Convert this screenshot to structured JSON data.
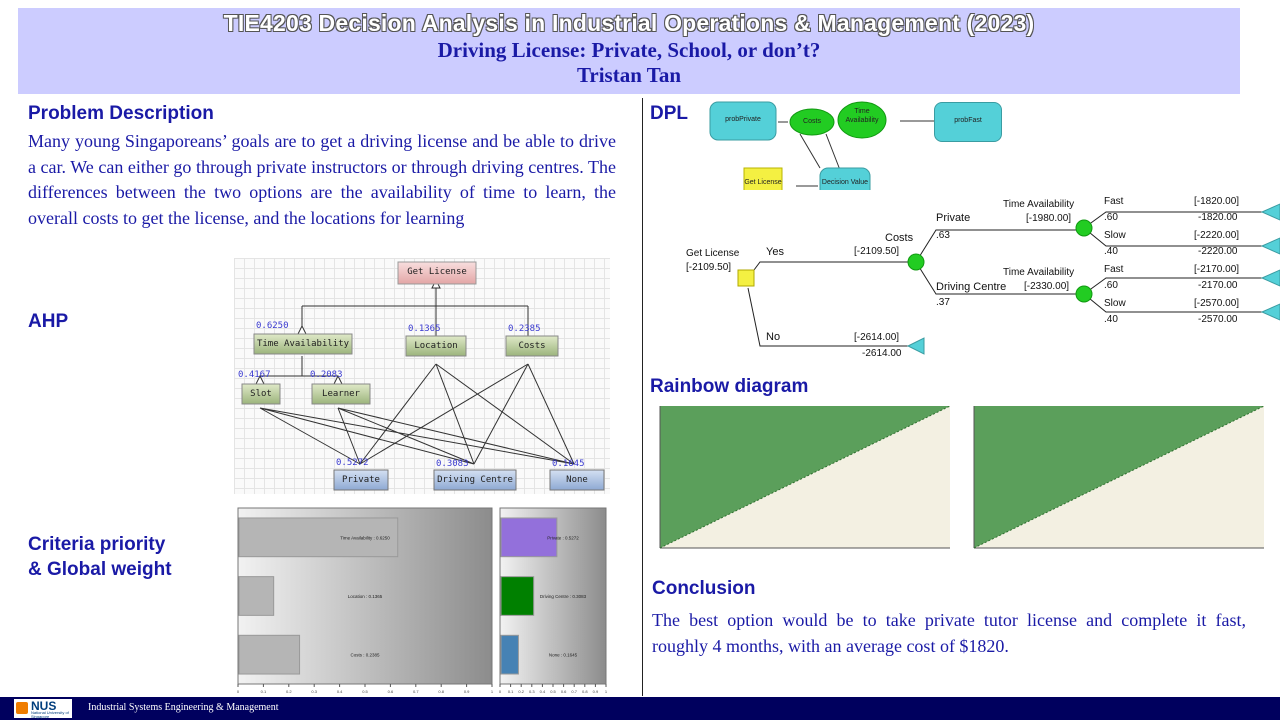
{
  "header": {
    "course": "TIE4203 Decision Analysis in Industrial Operations & Management (2023)",
    "title": "Driving License: Private, School, or don’t?",
    "author": "Tristan Tan"
  },
  "sections": {
    "problem": "Problem Description",
    "ahp": "AHP",
    "criteria_line1": "Criteria priority",
    "criteria_line2": "& Global weight",
    "dpl": "DPL",
    "rainbow": "Rainbow diagram",
    "conclusion": "Conclusion"
  },
  "problem_text": "Many young Singaporeans’ goals are to get a driving license and be able to drive a car. We can either go through private instructors or through driving centres. The differences between the two options are the availability of time to learn, the overall costs to get the license, and the locations for learning",
  "conclusion_text": "The best option would be to take private tutor license and complete it fast, roughly 4 months, with an average cost of $1820.",
  "footer": {
    "nus": "NUS",
    "nus_sub": "National University of Singapore",
    "dept": "Industrial Systems Engineering & Management"
  },
  "ahp": {
    "goal": "Get License",
    "criteria": [
      {
        "label": "Time Availability",
        "weight": "0.6250"
      },
      {
        "label": "Location",
        "weight": "0.1365"
      },
      {
        "label": "Costs",
        "weight": "0.2385"
      }
    ],
    "subcriteria": [
      {
        "label": "Slot",
        "weight": "0.4167"
      },
      {
        "label": "Learner",
        "weight": "0.2083"
      }
    ],
    "alternatives": [
      {
        "label": "Private",
        "weight": "0.5272"
      },
      {
        "label": "Driving Centre",
        "weight": "0.3083"
      },
      {
        "label": "None",
        "weight": "0.1645"
      }
    ]
  },
  "priority_chart": {
    "bars": [
      {
        "label": "Time Availability : 0.6250",
        "value": 0.625
      },
      {
        "label": "Location : 0.1365",
        "value": 0.1365
      },
      {
        "label": "Costs : 0.2385",
        "value": 0.2385
      }
    ],
    "ticks": [
      "0",
      "0.1",
      "0.2",
      "0.3",
      "0.4",
      "0.5",
      "0.6",
      "0.7",
      "0.8",
      "0.9",
      "1"
    ]
  },
  "global_chart": {
    "bars": [
      {
        "label": "Private : 0.5272",
        "value": 0.5272,
        "color": "#9370db"
      },
      {
        "label": "Driving Centre : 0.3083",
        "value": 0.3083,
        "color": "#008000"
      },
      {
        "label": "None : 0.1645",
        "value": 0.1645,
        "color": "#4682b4"
      }
    ],
    "ticks": [
      "0",
      "0.1",
      "0.2",
      "0.3",
      "0.4",
      "0.5",
      "0.6",
      "0.7",
      "0.8",
      "0.9",
      "1"
    ]
  },
  "influence": {
    "probPrivate": "probPrivate",
    "costs": "Costs",
    "time": "Time Availability",
    "probFast": "probFast",
    "get": "Get License",
    "decision": "Decision Value"
  },
  "tree": {
    "root": "Get License",
    "root_val": "[-2109.50]",
    "yes": "Yes",
    "no": "No",
    "costs": "Costs",
    "costs_val": "[-2109.50]",
    "no_val": "[-2614.00]",
    "no_term": "-2614.00",
    "private": "Private",
    "private_p": ".63",
    "dc": "Driving Centre",
    "dc_p": ".37",
    "ta1": "Time Availability",
    "ta1_val": "[-1980.00]",
    "ta2": "Time Availability",
    "ta2_val": "[-2330.00]",
    "fast1": "Fast",
    "fast1_val": "[-1820.00]",
    "fast1_p": ".60",
    "fast1_term": "-1820.00",
    "slow1": "Slow",
    "slow1_val": "[-2220.00]",
    "slow1_p": ".40",
    "slow1_term": "-2220.00",
    "fast2": "Fast",
    "fast2_val": "[-2170.00]",
    "fast2_p": ".60",
    "fast2_term": "-2170.00",
    "slow2": "Slow",
    "slow2_val": "[-2570.00]",
    "slow2_p": ".40",
    "slow2_term": "-2570.00"
  },
  "colors": {
    "navy": "#1a1aa6",
    "header_bg": "#ccccff",
    "rainbow_green": "#5b9f5b",
    "rainbow_cream": "#f3f0e2"
  }
}
